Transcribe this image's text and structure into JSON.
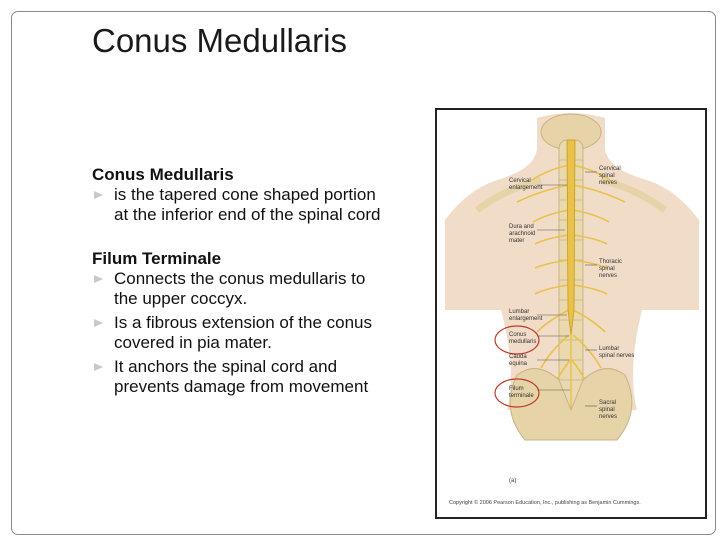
{
  "slide": {
    "title": "Conus Medullaris",
    "section1": {
      "heading": "Conus Medullaris",
      "bullets": [
        "is the tapered cone shaped portion at the inferior end of the spinal cord"
      ]
    },
    "section2": {
      "heading": "Filum Terminale",
      "bullets": [
        "Connects the conus medullaris to the upper coccyx.",
        "Is a fibrous extension of the conus covered in pia mater.",
        "It anchors the spinal cord and prevents damage from movement"
      ]
    }
  },
  "figure": {
    "labels_left": {
      "cervical_enlargement": [
        "Cervical",
        "enlargement"
      ],
      "dura": [
        "Dura and",
        "arachnoid",
        "mater"
      ],
      "lumbar_enlargement": [
        "Lumbar",
        "enlargement"
      ],
      "conus": [
        "Conus",
        "medullaris"
      ],
      "cauda": [
        "Cauda",
        "equina"
      ],
      "filum": [
        "Filum",
        "terminale"
      ]
    },
    "labels_right": {
      "cervical_nerves": [
        "Cervical",
        "spinal",
        "nerves"
      ],
      "thoracic_nerves": [
        "Thoracic",
        "spinal",
        "nerves"
      ],
      "lumbar_nerves": [
        "Lumbar",
        "spinal nerves"
      ],
      "sacral_nerves": [
        "Sacral",
        "spinal",
        "nerves"
      ]
    },
    "panel_label": "(a)",
    "copyright": "Copyright © 2006 Pearson Education, Inc., publishing as Benjamin Cummings.",
    "colors": {
      "highlight_circle": "#c0392b",
      "spinal_cord": "#e8c24a",
      "bone": "#e6d3a8",
      "skin": "#f1dcc8"
    }
  }
}
